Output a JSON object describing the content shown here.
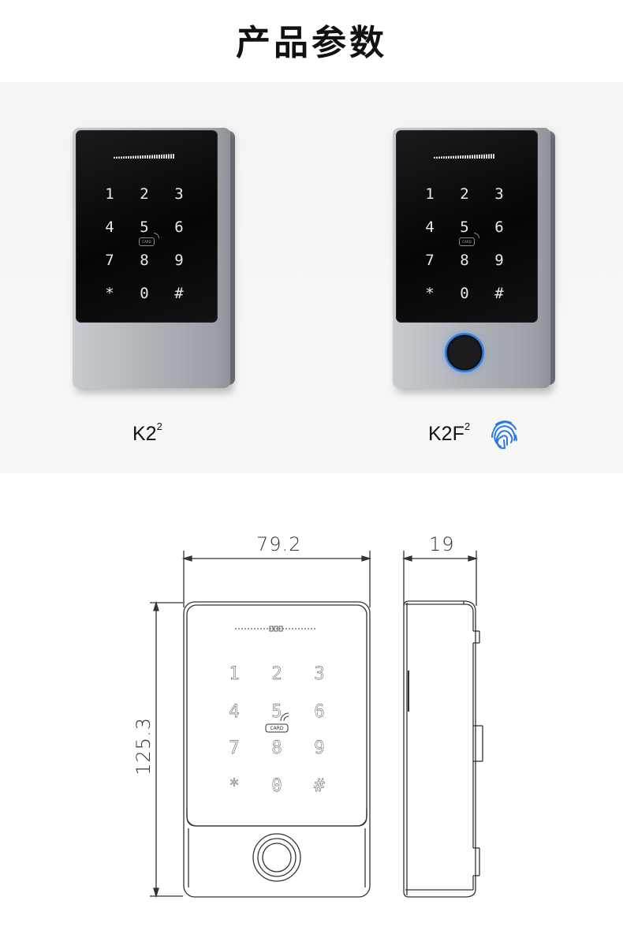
{
  "page_title": "产品参数",
  "models": [
    {
      "name": "K2",
      "sup": "2"
    },
    {
      "name": "K2F",
      "sup": "2"
    }
  ],
  "keypad_keys": [
    "1",
    "2",
    "3",
    "4",
    "5",
    "6",
    "7",
    "8",
    "9",
    "*",
    "0",
    "#"
  ],
  "card_label": "CARD",
  "dimensions": {
    "width": "79.2",
    "height": "125.3",
    "depth": "19"
  },
  "colors": {
    "fingerprint_ring": "#2f7cf0",
    "panel": "#0a0a0b",
    "housing": "#b4b8bd"
  },
  "icons": [
    "fingerprint-icon"
  ]
}
